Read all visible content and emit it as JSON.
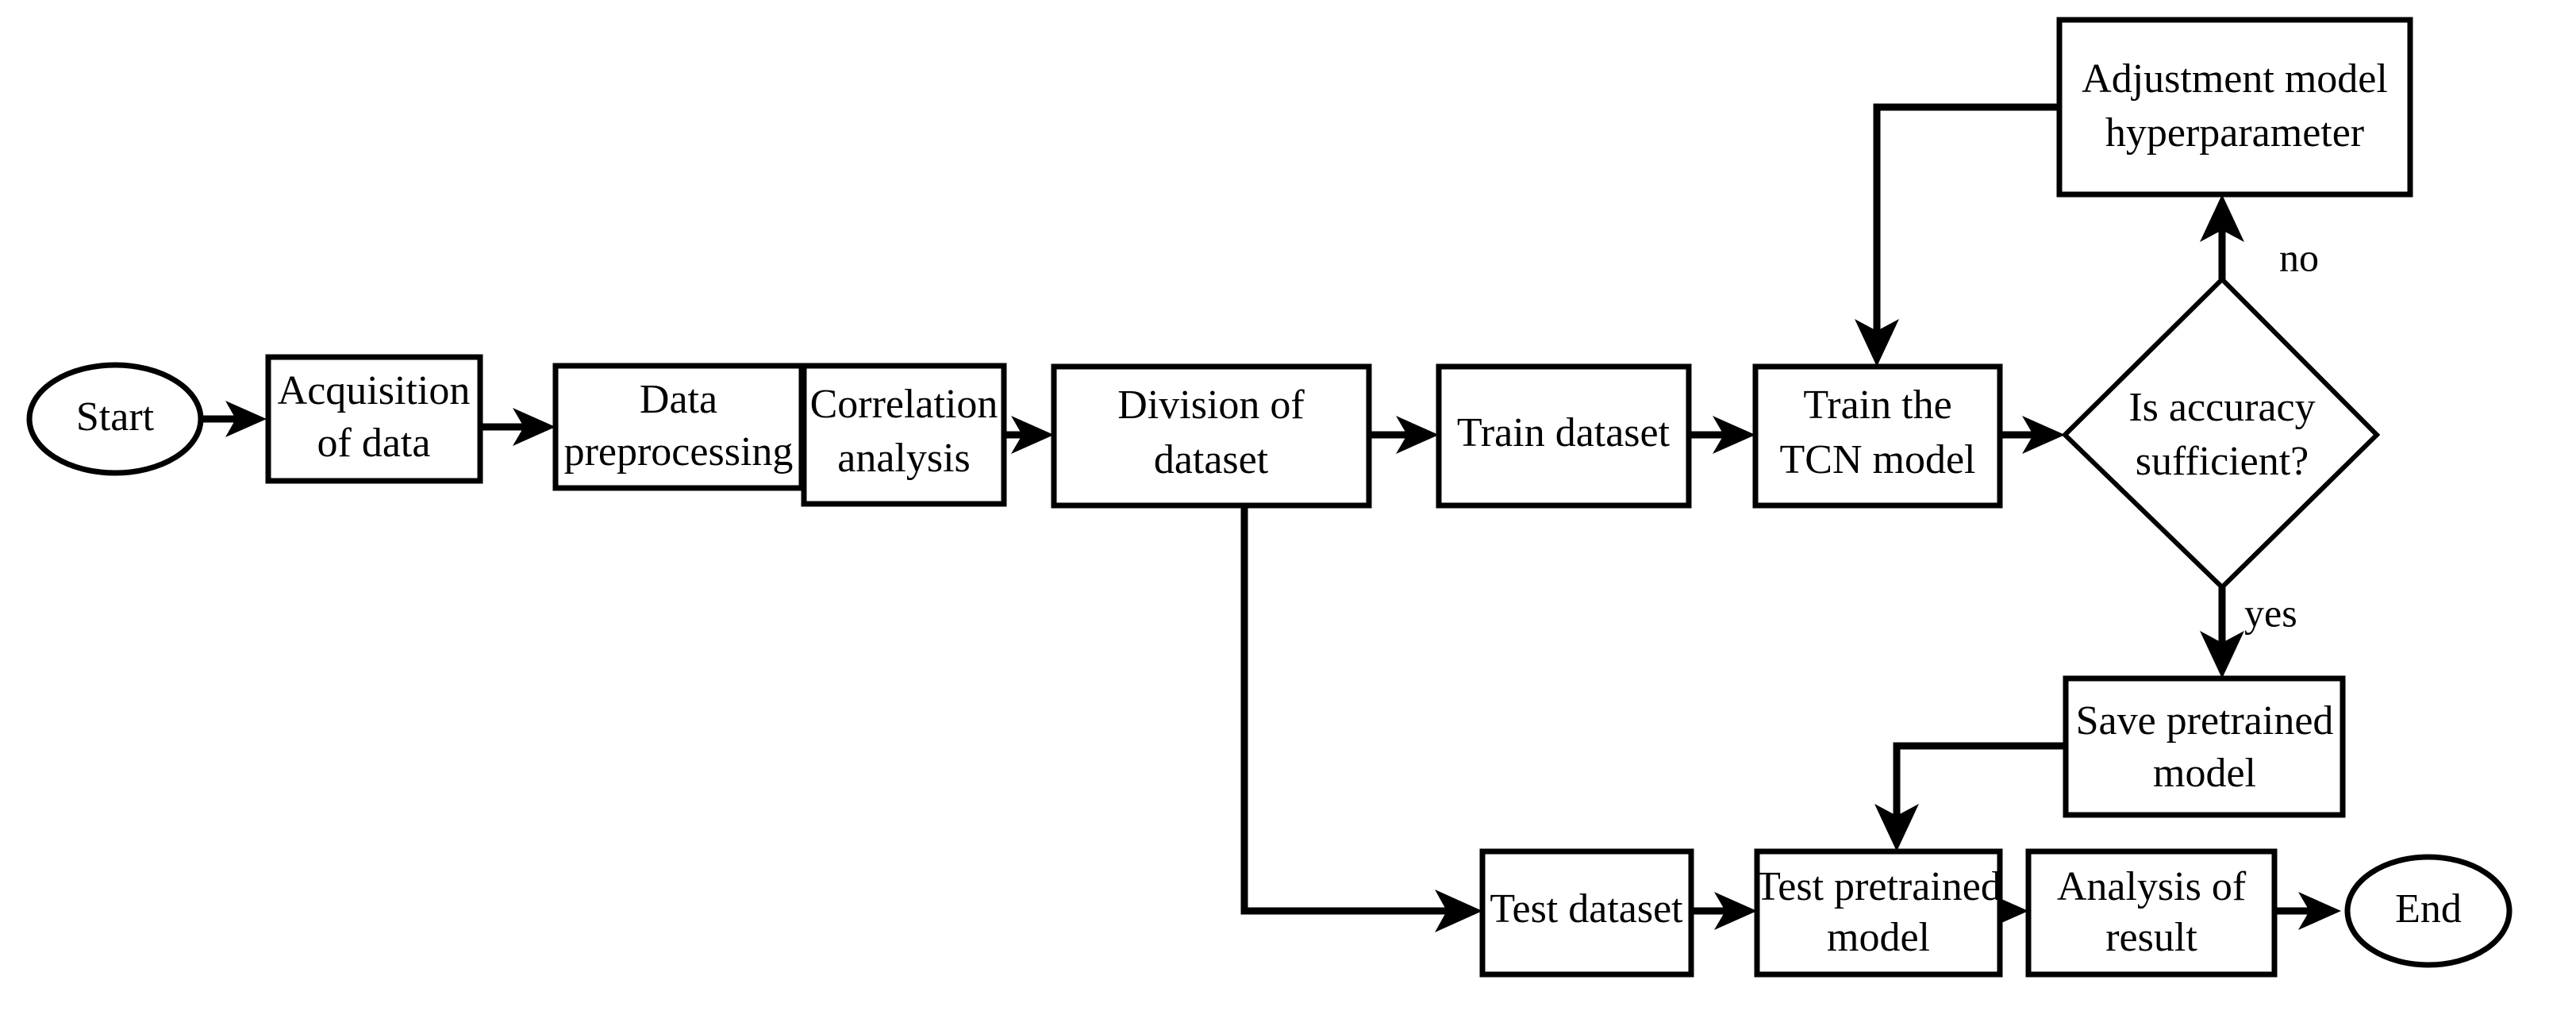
{
  "diagram": {
    "title": "TCN model training and evaluation flowchart",
    "background_color": "#ffffff",
    "line_color": "#000000",
    "nodes": {
      "start": {
        "label": "Start",
        "shape": "ellipse"
      },
      "acquisition": {
        "line1": "Acquisition",
        "line2": "of data",
        "shape": "process"
      },
      "preprocessing": {
        "line1": "Data",
        "line2": "preprocessing",
        "shape": "process"
      },
      "correlation": {
        "line1": "Correlation",
        "line2": "analysis",
        "shape": "process"
      },
      "division": {
        "line1": "Division of",
        "line2": "dataset",
        "shape": "process"
      },
      "train_dataset": {
        "line1": "Train dataset",
        "shape": "process"
      },
      "train_model": {
        "line1": "Train the",
        "line2": "TCN model",
        "shape": "process"
      },
      "decision": {
        "line1": "Is accuracy",
        "line2": "sufficient?",
        "shape": "decision"
      },
      "adjustment": {
        "line1": "Adjustment model",
        "line2": "hyperparameter",
        "shape": "process"
      },
      "save_model": {
        "line1": "Save pretrained",
        "line2": "model",
        "shape": "process"
      },
      "test_dataset": {
        "line1": "Test dataset",
        "shape": "process"
      },
      "test_model": {
        "line1": "Test pretrained",
        "line2": "model",
        "shape": "process"
      },
      "analysis": {
        "line1": "Analysis of",
        "line2": "result",
        "shape": "process"
      },
      "end": {
        "label": "End",
        "shape": "ellipse"
      }
    },
    "edge_labels": {
      "no": "no",
      "yes": "yes"
    }
  }
}
